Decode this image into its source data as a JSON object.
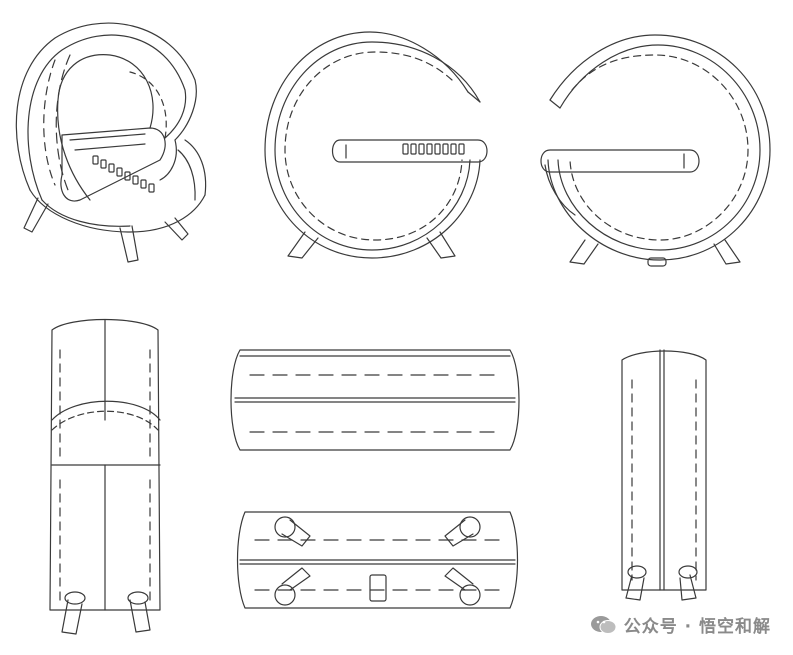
{
  "figures": [
    {
      "id": "perspective-view"
    },
    {
      "id": "front-view"
    },
    {
      "id": "rear-view"
    },
    {
      "id": "left-side-view"
    },
    {
      "id": "top-view"
    },
    {
      "id": "bottom-view"
    },
    {
      "id": "right-side-view"
    }
  ],
  "watermark": {
    "text": "公众号 · 悟空和解",
    "icon": "wechat-logo-icon",
    "color": "#8a8a8a"
  },
  "colors": {
    "line": "#3a3a3a",
    "background": "#ffffff"
  }
}
